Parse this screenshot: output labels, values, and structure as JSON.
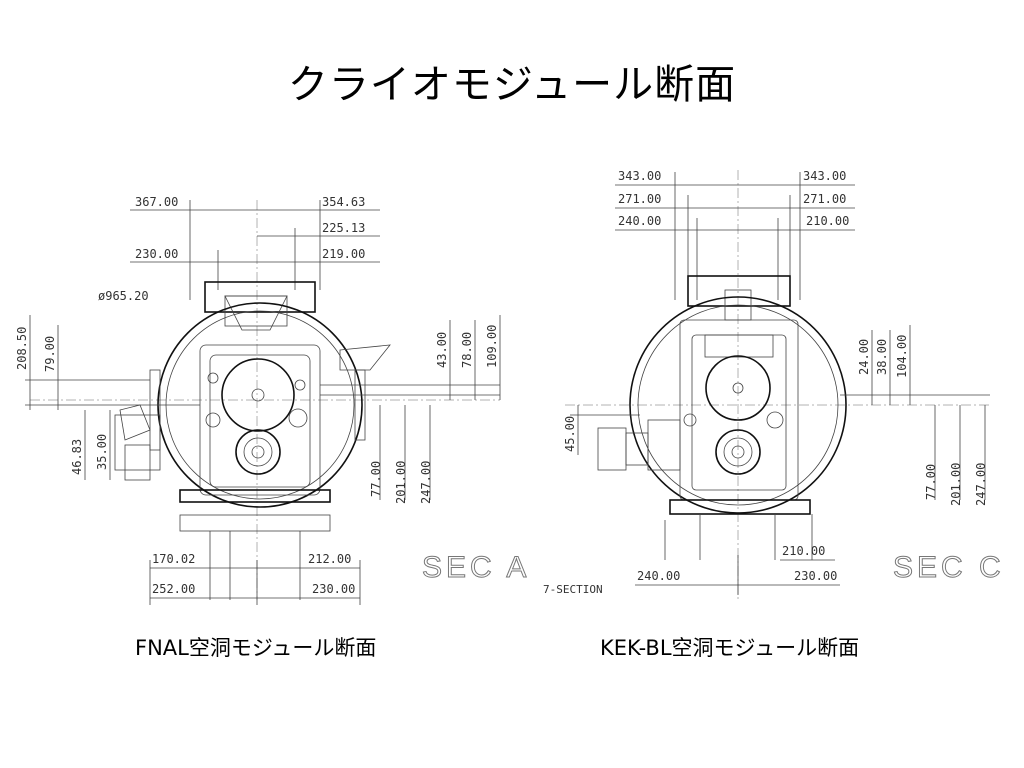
{
  "slide": {
    "title": "クライオモジュール断面",
    "left_caption": "FNAL空洞モジュール断面",
    "right_caption": "KEK-BL空洞モジュール断面"
  },
  "left_drawing": {
    "section_label": "SEC A",
    "diameter_label": "ø965.20",
    "top_dims": [
      "367.00",
      "354.63",
      "225.13",
      "230.00",
      "219.00"
    ],
    "left_dims": [
      "208.50",
      "79.00",
      "46.83",
      "35.00"
    ],
    "right_upper_dims": [
      "43.00",
      "78.00",
      "109.00"
    ],
    "right_lower_dims": [
      "77.00",
      "201.00",
      "247.00"
    ],
    "bottom_dims": [
      "170.02",
      "212.00",
      "252.00",
      "230.00"
    ]
  },
  "right_drawing": {
    "section_label": "SEC C",
    "subsection_label": "7-SECTION",
    "top_dims": [
      "343.00",
      "343.00",
      "271.00",
      "271.00",
      "240.00",
      "210.00"
    ],
    "left_dims": [
      "45.00"
    ],
    "right_upper_dims": [
      "24.00",
      "38.00",
      "104.00"
    ],
    "right_lower_dims": [
      "77.00",
      "201.00",
      "247.00"
    ],
    "bottom_dims": [
      "210.00",
      "240.00",
      "230.00"
    ]
  }
}
